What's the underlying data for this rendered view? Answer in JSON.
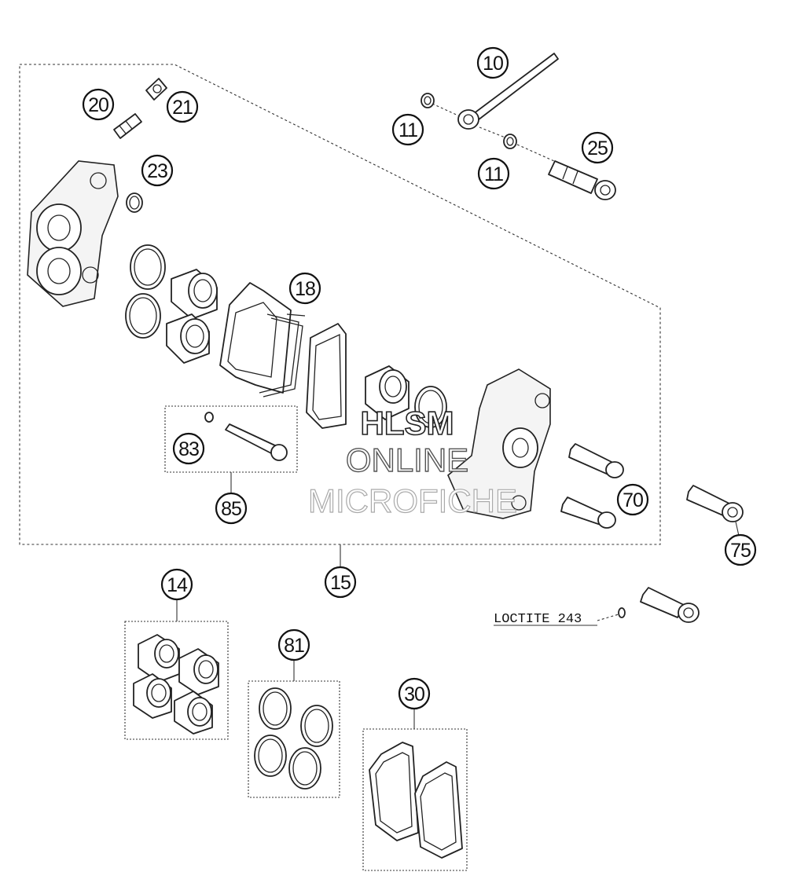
{
  "callouts": {
    "c10": "10",
    "c11a": "11",
    "c11b": "11",
    "c25": "25",
    "c20": "20",
    "c21": "21",
    "c23": "23",
    "c18": "18",
    "c83": "83",
    "c85": "85",
    "c70": "70",
    "c75": "75",
    "c15": "15",
    "c14": "14",
    "c81": "81",
    "c30": "30"
  },
  "note": "LOCTITE 243",
  "watermark": {
    "line1": "HLSM",
    "line2": "ONLINE",
    "line3": "MICROFICHE"
  }
}
